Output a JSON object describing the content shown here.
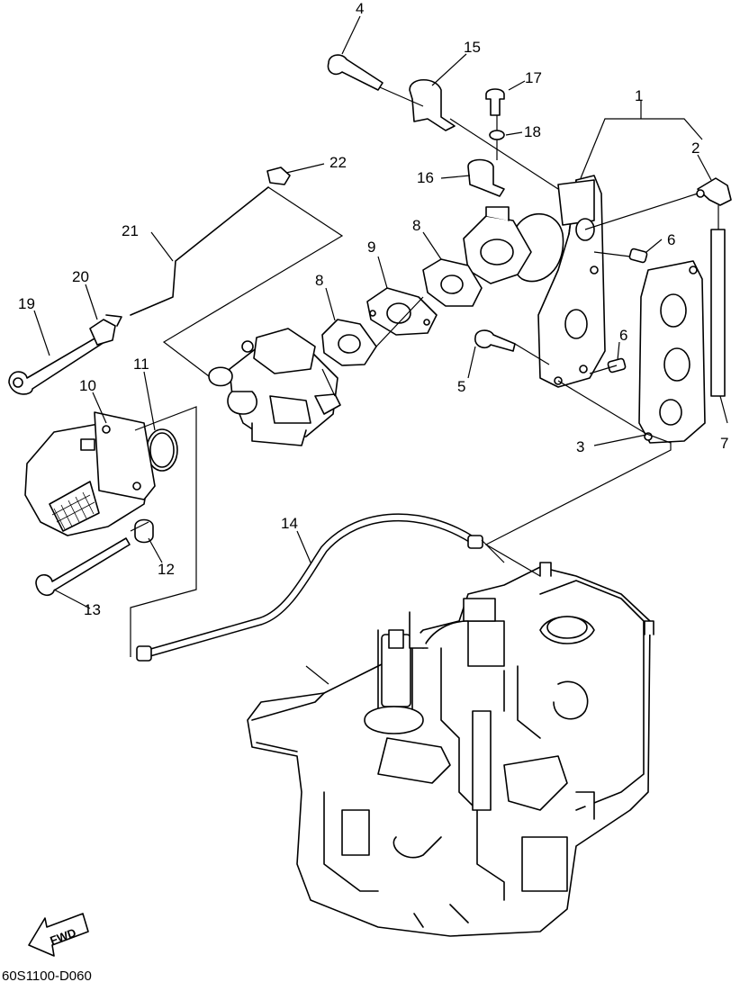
{
  "diagram": {
    "title": "",
    "part_numbers": [
      "1",
      "2",
      "3",
      "4",
      "5",
      "6",
      "6",
      "7",
      "8",
      "8",
      "9",
      "10",
      "11",
      "12",
      "13",
      "14",
      "15",
      "16",
      "17",
      "18",
      "19",
      "20",
      "21",
      "22"
    ],
    "drawing_code": "60S1100-D060",
    "fwd_label": "FWD"
  }
}
